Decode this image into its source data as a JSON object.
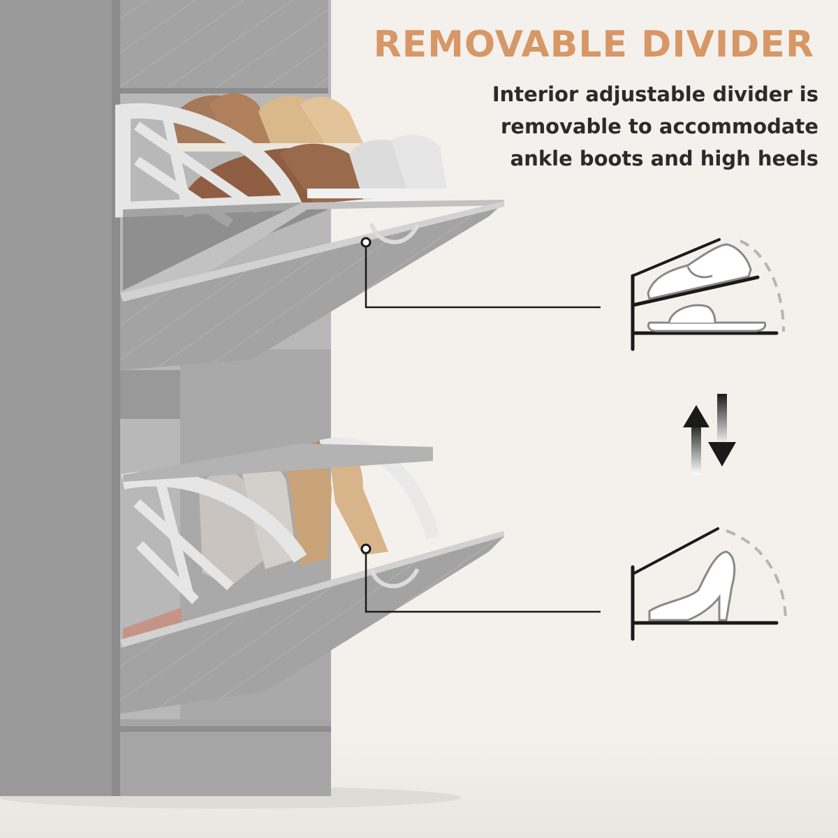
{
  "heading": {
    "title": "REMOVABLE DIVIDER",
    "description_lines": [
      "Interior adjustable divider is",
      "removable to accommodate",
      "ankle boots and high heels"
    ]
  },
  "colors": {
    "accent": "#d79766",
    "background": "#f4f1ec",
    "cabinet": "#9d9d9d",
    "cabinet_dark": "#8a8a8a",
    "icon_stroke": "#1a1a1a",
    "icon_dashed": "#b5b5b5"
  },
  "icons": {
    "top_diagram": "sneaker-and-slipper-icon",
    "swap": "swap-arrows-icon",
    "bottom_diagram": "high-heel-icon"
  }
}
